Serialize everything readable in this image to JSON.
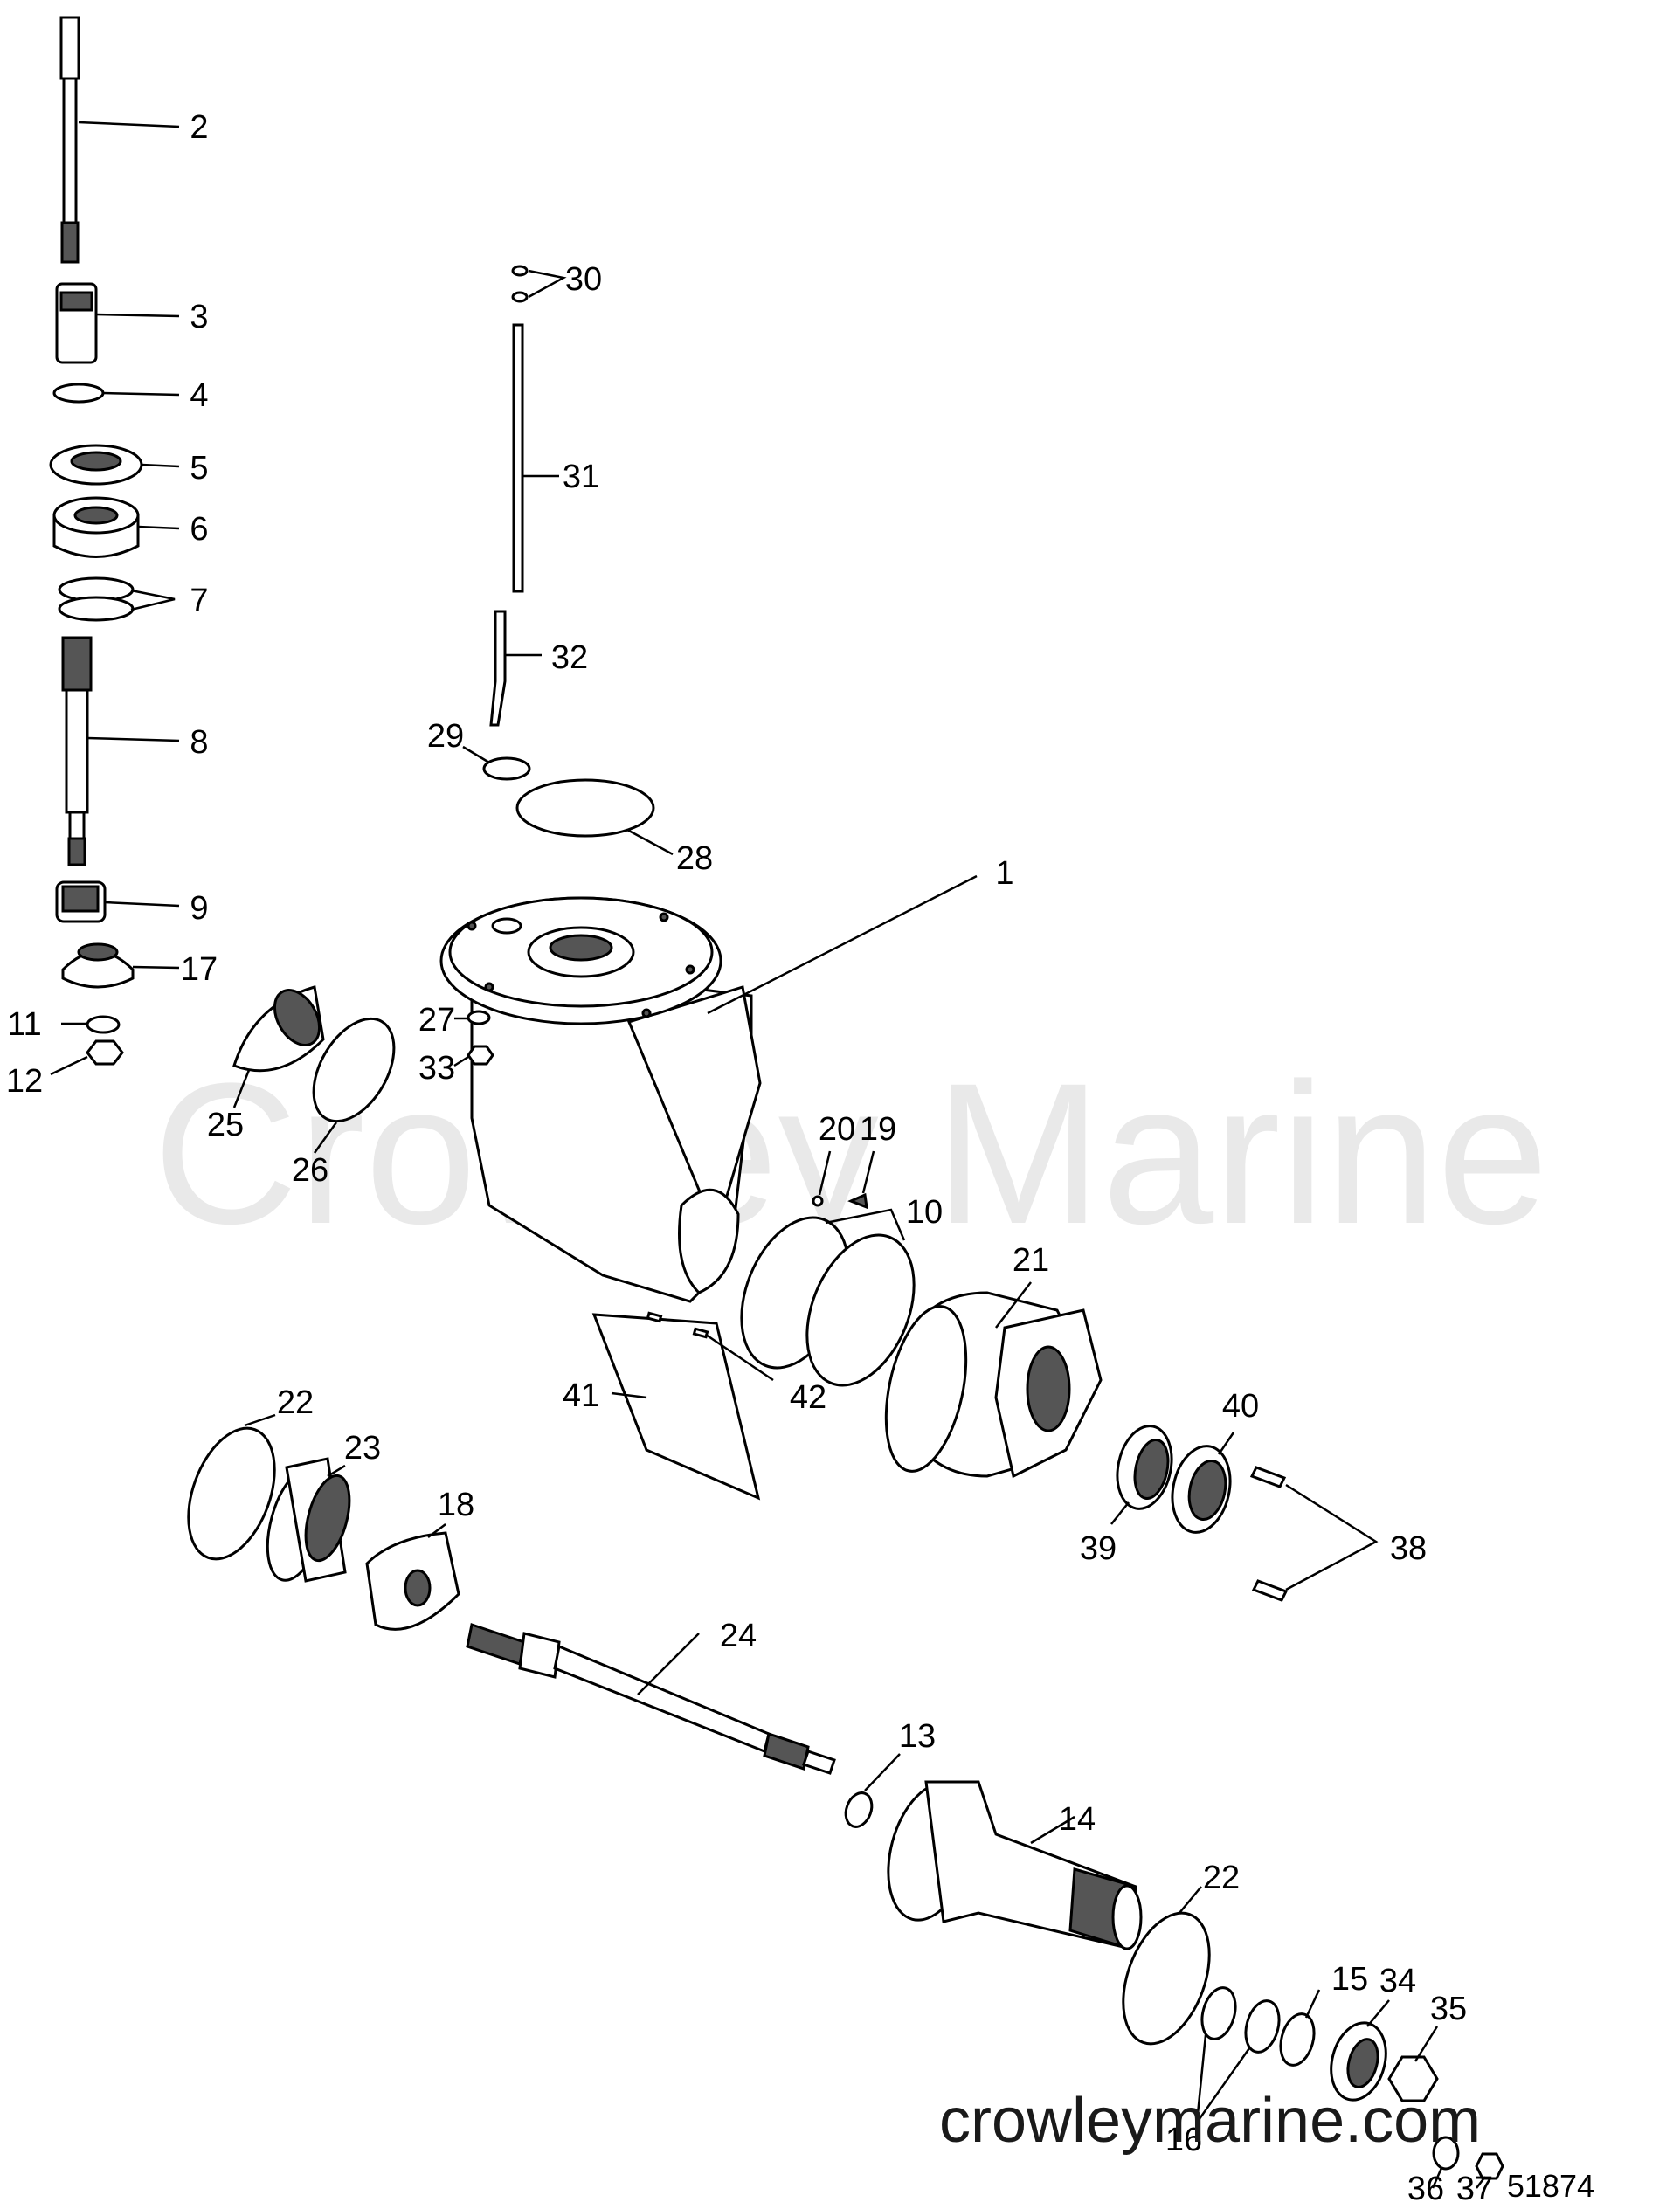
{
  "watermark": "Crowley Marine",
  "website": "crowleymarine.com",
  "figure_number": "51874",
  "callouts": [
    "1",
    "2",
    "3",
    "4",
    "5",
    "6",
    "7",
    "8",
    "9",
    "10",
    "11",
    "12",
    "13",
    "14",
    "15",
    "16",
    "17",
    "18",
    "19",
    "20",
    "21",
    "22",
    "22",
    "23",
    "24",
    "25",
    "26",
    "27",
    "28",
    "29",
    "30",
    "31",
    "32",
    "33",
    "34",
    "35",
    "36",
    "37",
    "38",
    "39",
    "40",
    "41",
    "42"
  ]
}
